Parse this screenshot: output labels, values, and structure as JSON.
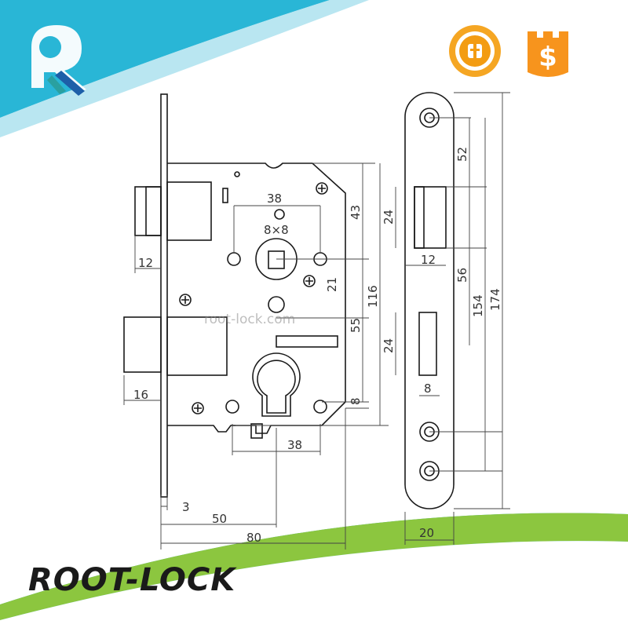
{
  "brand": {
    "name": "ROOT-LOCK",
    "watermark": "root-lock.com",
    "logo_icon": "key-r-logo-icon",
    "colors": {
      "teal": "#29b6d6",
      "green": "#8cc63f",
      "orange": "#f7941d",
      "gold": "#f5a623"
    }
  },
  "badges": {
    "trade_assurance_icon": "trade-assurance-icon",
    "gold_supplier_icon": "dollar-shield-icon",
    "gold_supplier_symbol": "$"
  },
  "dimensions": {
    "faceplate_thickness": "3",
    "backset": "50",
    "body_depth": "80",
    "spindle_size": "8×8",
    "spindle_span": "38",
    "cylinder_span": "38",
    "latch_projection": "12",
    "deadbolt_projection": "16",
    "top_to_spindle": "43",
    "spindle_to_cylinder_upper": "21",
    "spindle_to_cylinder": "55",
    "cylinder_offset": "8",
    "body_height": "116",
    "strike_latch_height": "24",
    "strike_latch_width": "12",
    "strike_bolt_height": "24",
    "strike_bolt_width": "8",
    "strike_top_offset": "52",
    "strike_gap": "56",
    "strike_hole_spacing": "154",
    "strike_length": "174",
    "strike_width": "20"
  }
}
